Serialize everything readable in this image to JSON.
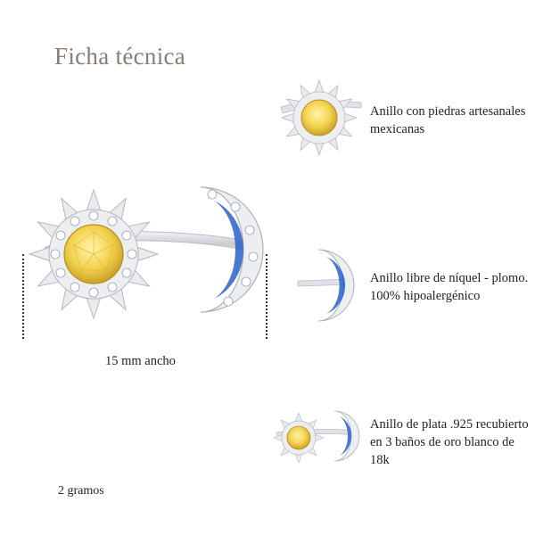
{
  "title": "Ficha técnica",
  "features": [
    {
      "text": "Anillo con piedras artesanales mexicanas",
      "icon": "sun-ring-icon"
    },
    {
      "text": "Anillo libre de níquel - plomo. 100% hipoalergénico",
      "icon": "moon-ring-icon"
    },
    {
      "text": "Anillo de plata .925 recubierto en 3 baños de oro blanco de 18k",
      "icon": "sun-moon-ring-icon"
    }
  ],
  "dimension": {
    "width_label": "15 mm ancho"
  },
  "weight_label": "2 gramos",
  "colors": {
    "title": "#8a7d73",
    "silver": "#d7dade",
    "citrine": "#f2d24e",
    "sapphire": "#2a62c9"
  }
}
